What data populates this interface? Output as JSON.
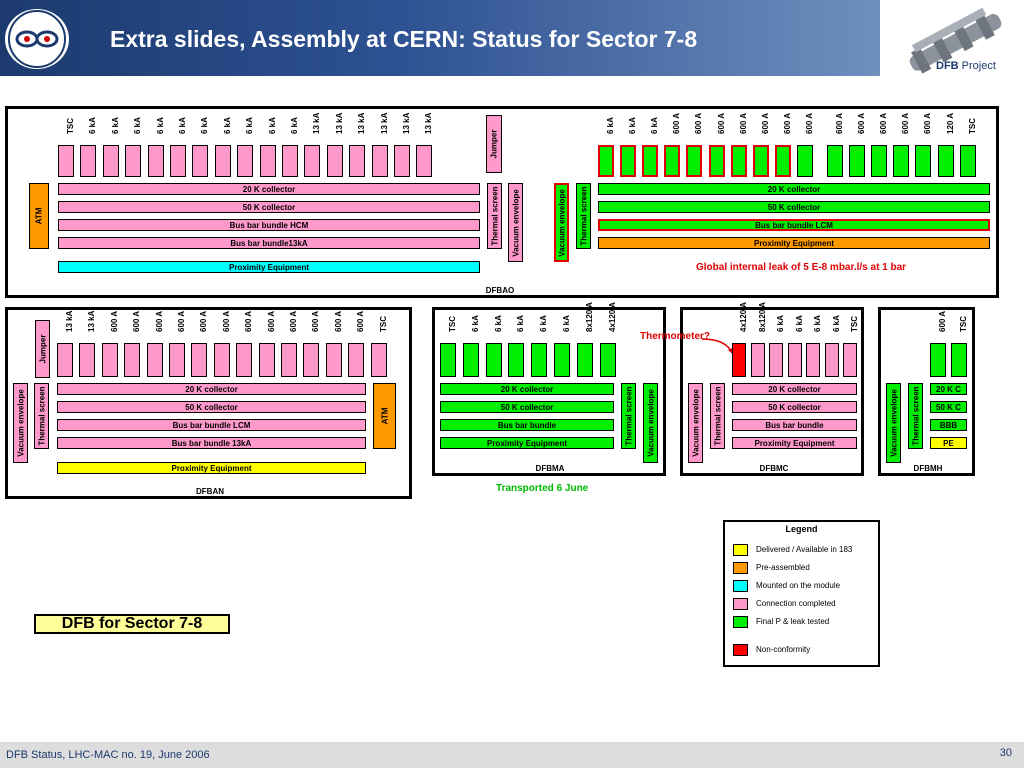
{
  "header": {
    "title": "Extra slides, Assembly at CERN: Status for Sector 7-8",
    "project_bold": "DFB",
    "project_rest": " Project"
  },
  "footer": {
    "left": "DFB Status, LHC-MAC no. 19, June 2006",
    "right": "30"
  },
  "colors": {
    "pink": "#ff99cc",
    "green": "#00ee00",
    "orange": "#ff9900",
    "cyan": "#00ffff",
    "yellow": "#ffff00",
    "red": "#ff0000"
  },
  "dfbao": {
    "name": "DFBAO",
    "left_columns": [
      "TSC",
      "6 kA",
      "6 kA",
      "6 kA",
      "6 kA",
      "6 kA",
      "6 kA",
      "6 kA",
      "6 kA",
      "6 kA",
      "6 kA",
      "13 kA",
      "13 kA",
      "13 kA",
      "13 kA",
      "13 kA",
      "13 kA"
    ],
    "right_columns": [
      "6 kA",
      "6 kA",
      "6 kA",
      "600 A",
      "600 A",
      "600 A",
      "600 A",
      "600 A",
      "600 A",
      "600 A",
      "600 A",
      "600 A",
      "600 A",
      "600 A",
      "600 A",
      "120 A",
      "TSC"
    ],
    "jumper": "Jumper",
    "atm": "ATM",
    "thermal": "Thermal screen",
    "vacuum_left": "Vacuum envelope",
    "vacuum_right": "Vacuum envelope",
    "thermal_right": "Thermal screen",
    "left_bars": [
      "20 K collector",
      "50 K collector",
      "Bus bar bundle HCM",
      "Bus bar bundle13kA"
    ],
    "left_proximity": "Proximity Equipment",
    "right_bars": [
      "20 K collector",
      "50 K collector",
      "Bus bar bundle LCM",
      "Proximity Equipment"
    ],
    "leak_note": "Global internal leak of 5 E-8 mbar.l/s at 1 bar"
  },
  "dfban": {
    "name": "DFBAN",
    "vacuum": "Vacuum envelope",
    "thermal": "Thermal screen",
    "jumper": "Jumper",
    "atm": "ATM",
    "columns": [
      "13 kA",
      "13 kA",
      "600 A",
      "600 A",
      "600 A",
      "600 A",
      "600 A",
      "600 A",
      "600 A",
      "600 A",
      "600 A",
      "600 A",
      "600 A",
      "600 A",
      "TSC"
    ],
    "bars": [
      "20 K collector",
      "50 K collector",
      "Bus bar bundle LCM",
      "Bus bar bundle 13kA"
    ],
    "proximity": "Proximity Equipment"
  },
  "dfbma": {
    "name": "DFBMA",
    "columns": [
      "TSC",
      "6 kA",
      "6 kA",
      "6 kA",
      "6 kA",
      "6 kA",
      "8x120 A",
      "4x120 A"
    ],
    "bars": [
      "20 K collector",
      "50 K collector",
      "Bus bar bundle",
      "Proximity Equipment"
    ],
    "thermal": "Thermal screen",
    "vacuum": "Vacuum envelope",
    "note": "Transported 6 June"
  },
  "dfbmc": {
    "name": "DFBMC",
    "vacuum": "Vacuum envelope",
    "thermal": "Thermal screen",
    "columns": [
      "4x120 A",
      "8x120 A",
      "6 kA",
      "6 kA",
      "6 kA",
      "6 kA",
      "TSC"
    ],
    "bars": [
      "20 K collector",
      "50 K collector",
      "Bus bar bundle",
      "Proximity Equipment"
    ],
    "thermometer": "Thermometer?"
  },
  "dfbmh": {
    "name": "DFBMH",
    "vacuum": "Vacuum envelope",
    "thermal": "Thermal screen",
    "columns": [
      "600 A",
      "TSC"
    ],
    "bars": [
      "20 K C",
      "50 K C",
      "BBB",
      "PE"
    ]
  },
  "legend": {
    "title": "Legend",
    "items": [
      {
        "label": "Delivered / Available in 183",
        "color": "#ffff00"
      },
      {
        "label": "Pre-assembled",
        "color": "#ff9900"
      },
      {
        "label": "Mounted on the module",
        "color": "#00ffff"
      },
      {
        "label": "Connection completed",
        "color": "#ff99cc"
      },
      {
        "label": "Final P & leak tested",
        "color": "#00ee00"
      },
      {
        "label": "Non-conformity",
        "color": "#ff0000"
      }
    ]
  },
  "sector_label": "DFB for Sector 7-8"
}
